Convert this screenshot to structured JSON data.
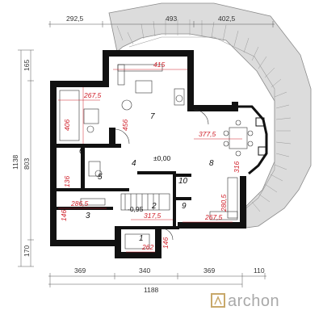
{
  "top_dimensions": [
    "292,5",
    "493",
    "402,5"
  ],
  "left_dimensions": [
    "165",
    "1138",
    "803",
    "170"
  ],
  "bottom_dimensions": [
    "369",
    "340",
    "369",
    "110"
  ],
  "bottom_total": "1188",
  "rooms": [
    {
      "number": "1"
    },
    {
      "number": "2"
    },
    {
      "number": "3"
    },
    {
      "number": "4"
    },
    {
      "number": "5"
    },
    {
      "number": "6"
    },
    {
      "number": "7"
    },
    {
      "number": "8"
    },
    {
      "number": "9"
    },
    {
      "number": "10"
    }
  ],
  "inner_dimensions": {
    "d415": "415",
    "d267_5_top": "267,5",
    "d406": "406",
    "d456": "456",
    "d377_5": "377,5",
    "d316": "316",
    "d136": "136",
    "d286_5": "286,5",
    "d317_5": "317,5",
    "d146_left": "146",
    "d280_5": "280,5",
    "d267_5_bottom": "267,5",
    "d262": "262",
    "d146_bottom": "146"
  },
  "levels": {
    "main": "±0,00",
    "lower": "-0,95"
  },
  "logo": {
    "text": "archon"
  },
  "colors": {
    "wall": "#111111",
    "dimension_red": "#d0202a",
    "terrace": "#dcdcdc",
    "logo": "#a9a9a9"
  }
}
